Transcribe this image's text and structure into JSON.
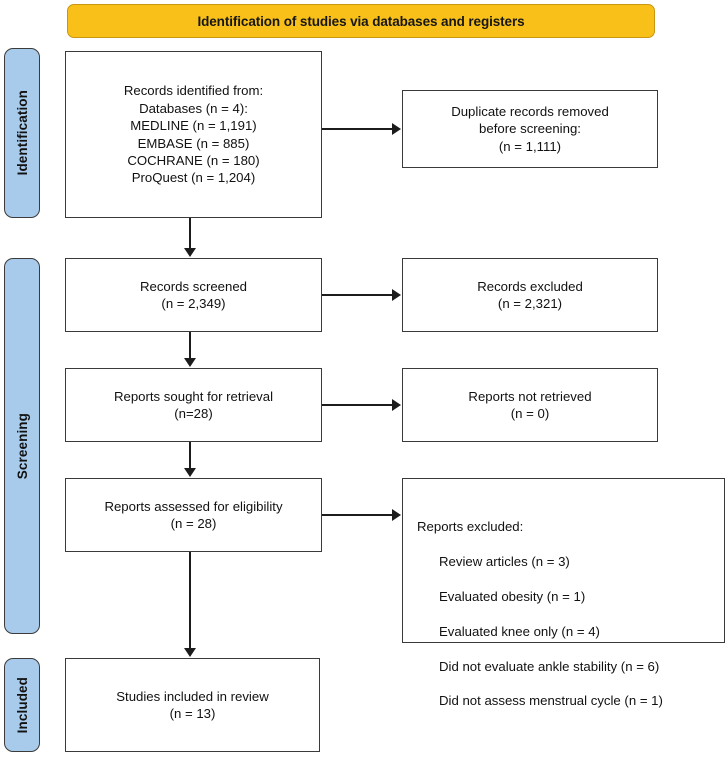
{
  "banner": {
    "title": "Identification of studies via databases and registers",
    "bg_color": "#f8c018"
  },
  "stages": {
    "identification": "Identification",
    "screening": "Screening",
    "included": "Included",
    "bg_color": "#a8cbec"
  },
  "boxes": {
    "identified": "Records identified from:\nDatabases (n = 4):\nMEDLINE (n = 1,191)\nEMBASE (n = 885)\nCOCHRANE (n = 180)\nProQuest (n = 1,204)",
    "duplicates": "Duplicate records removed\nbefore screening:\n(n = 1,111)",
    "screened": "Records screened\n(n = 2,349)",
    "records_excluded": "Records excluded\n(n = 2,321)",
    "sought": "Reports sought for retrieval\n(n=28)",
    "not_retrieved": "Reports not retrieved\n(n = 0)",
    "assessed": "Reports assessed for eligibility\n(n = 28)",
    "included": "Studies included in review\n(n = 13)"
  },
  "reports_excluded": {
    "heading": "Reports excluded:",
    "items": [
      "Review articles (n = 3)",
      "Evaluated obesity (n = 1)",
      "Evaluated knee only (n = 4)",
      "Did not evaluate ankle stability (n = 6)",
      "Did not assess menstrual cycle (n = 1)"
    ]
  }
}
